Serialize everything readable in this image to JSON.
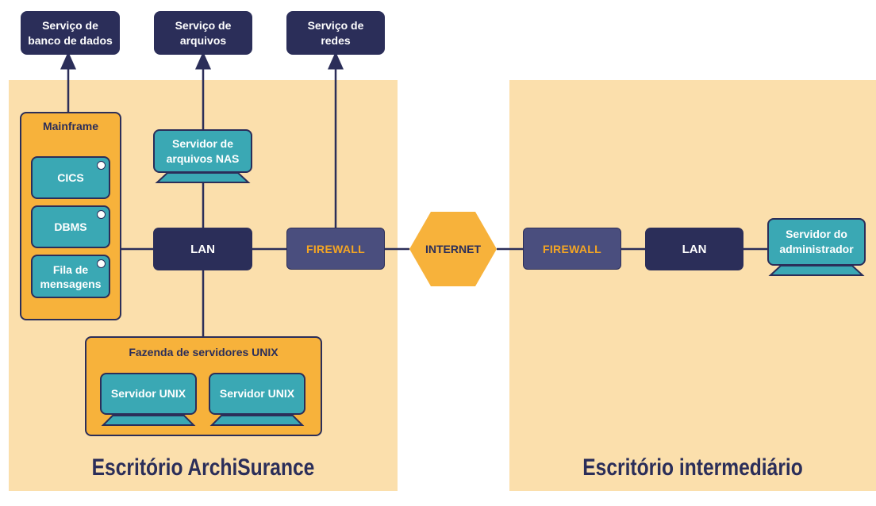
{
  "services": {
    "database": "Serviço de\nbanco de dados",
    "files": "Serviço de\narquivos",
    "network": "Serviço de\nredes"
  },
  "archisurance": {
    "title": "Escritório ArchiSurance",
    "mainframe": {
      "title": "Mainframe",
      "components": [
        "CICS",
        "DBMS",
        "Fila de\nmensagens"
      ]
    },
    "nas_server": "Servidor de\narquivos NAS",
    "lan": "LAN",
    "firewall": "FIREWALL",
    "unix_farm": {
      "title": "Fazenda de servidores UNIX",
      "servers": [
        "Servidor UNIX",
        "Servidor UNIX"
      ]
    }
  },
  "internet": "INTERNET",
  "intermediary": {
    "title": "Escritório intermediário",
    "firewall": "FIREWALL",
    "lan": "LAN",
    "admin_server": "Servidor do\nadministrador"
  },
  "colors": {
    "navy": "#2b2e59",
    "teal": "#3aa8b4",
    "orange": "#f7b23b",
    "zone": "#fbdfac",
    "firewall_text": "#f5a623"
  }
}
